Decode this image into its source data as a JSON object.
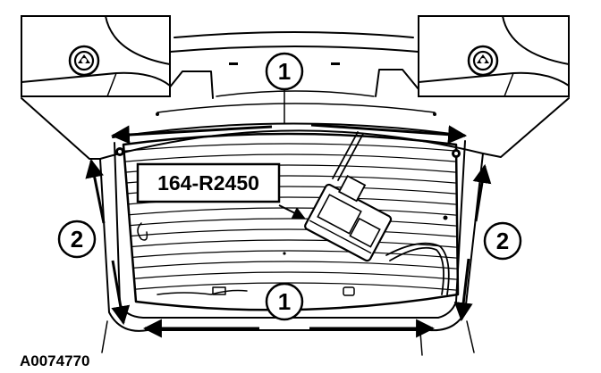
{
  "callouts": {
    "top": "1",
    "bottom": "1",
    "left": "2",
    "right": "2"
  },
  "tool_label": "164-R2450",
  "figure_id": "A0074770"
}
